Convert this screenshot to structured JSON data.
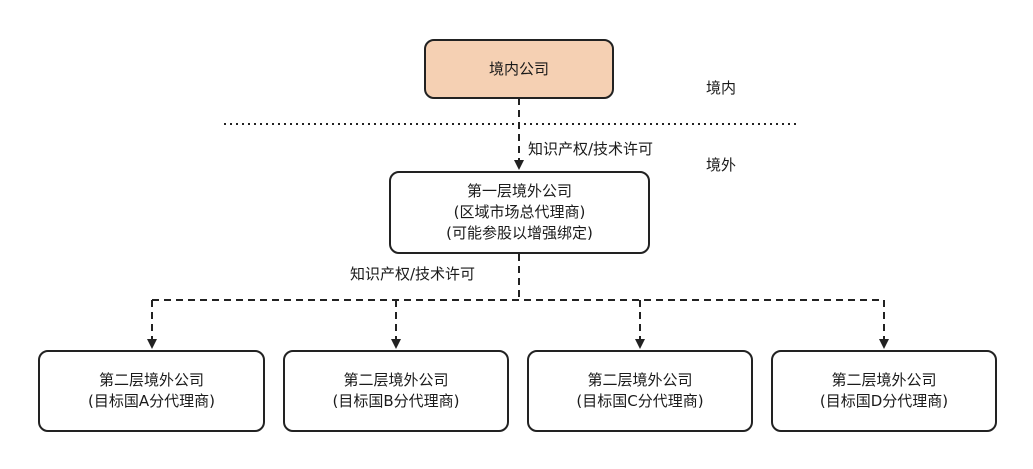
{
  "domestic_company": {
    "label": "境内公司",
    "fill_color": "#f5d0b3"
  },
  "zone_labels": {
    "domestic": "境内",
    "overseas": "境外"
  },
  "edge_labels": {
    "top_license": "知识产权/技术许可",
    "second_license": "知识产权/技术许可"
  },
  "first_tier": {
    "title": "第一层境外公司",
    "line2": "(区域市场总代理商)",
    "line3": "(可能参股以增强绑定)"
  },
  "second_tier": [
    {
      "title": "第二层境外公司",
      "subtitle": "(目标国A分代理商)"
    },
    {
      "title": "第二层境外公司",
      "subtitle": "(目标国B分代理商)"
    },
    {
      "title": "第二层境外公司",
      "subtitle": "(目标国C分代理商)"
    },
    {
      "title": "第二层境外公司",
      "subtitle": "(目标国D分代理商)"
    }
  ],
  "colors": {
    "line": "#222222",
    "box_border": "#222222"
  }
}
